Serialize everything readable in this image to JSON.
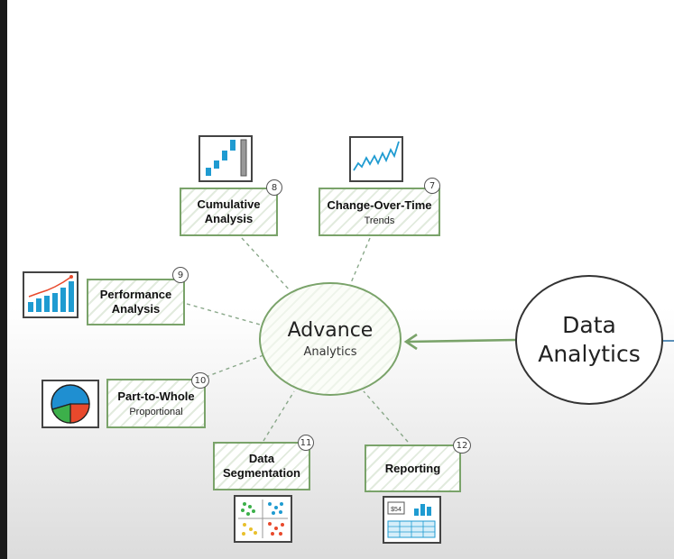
{
  "main": {
    "line1": "Data",
    "line2": "Analytics"
  },
  "hub": {
    "title": "Advance",
    "subtitle": "Analytics"
  },
  "nodes": [
    {
      "id": "cumulative",
      "number": "8",
      "title": "Cumulative Analysis",
      "subtitle": "",
      "icon": "cumulative-bar-icon"
    },
    {
      "id": "change-over-time",
      "number": "7",
      "title": "Change-Over-Time",
      "subtitle": "Trends",
      "icon": "line-trend-icon"
    },
    {
      "id": "performance",
      "number": "9",
      "title": "Performance Analysis",
      "subtitle": "",
      "icon": "bar-growth-icon"
    },
    {
      "id": "part-to-whole",
      "number": "10",
      "title": "Part-to-Whole",
      "subtitle": "Proportional",
      "icon": "pie-chart-icon"
    },
    {
      "id": "data-segmentation",
      "number": "11",
      "title": "Data Segmentation",
      "subtitle": "",
      "icon": "scatter-quadrant-icon"
    },
    {
      "id": "reporting",
      "number": "12",
      "title": "Reporting",
      "subtitle": "",
      "icon": "report-dashboard-icon"
    }
  ],
  "icons": {
    "reporting_kpi": "$54"
  },
  "colors": {
    "accent_green": "#7aa36a",
    "icon_blue": "#1f9bd1",
    "pie_red": "#e8492c",
    "pie_green": "#3cb04a",
    "pie_blue": "#1f8fd1"
  }
}
